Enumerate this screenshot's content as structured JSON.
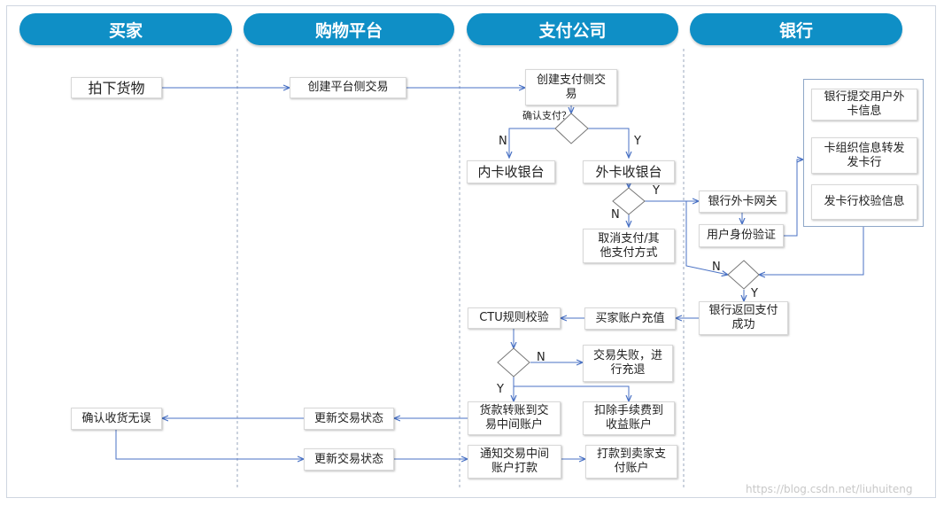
{
  "lanes": [
    {
      "key": "buyer",
      "label": "买家"
    },
    {
      "key": "platform",
      "label": "购物平台"
    },
    {
      "key": "payment",
      "label": "支付公司"
    },
    {
      "key": "bank",
      "label": "银行"
    }
  ],
  "nodes": {
    "place_order": "拍下货物",
    "create_platform_tx": "创建平台侧交易",
    "create_payment_tx": "创建支付侧交易",
    "internal_checkout": "内卡收银台",
    "external_checkout": "外卡收银台",
    "cancel_payment": "取消支付/其他支付方式",
    "bank_submit": "银行提交用户外卡信息",
    "card_org_forward": "卡组织信息转发发卡行",
    "issuer_verify": "发卡行校验信息",
    "bank_gateway": "银行外卡网关",
    "identity_verify": "用户身份验证",
    "bank_return": "银行返回支付成功",
    "buyer_topup": "买家账户充值",
    "ctu_check": "CTU规则校验",
    "tx_fail": "交易失败，进行充退",
    "transfer_mid": "货款转账到交易中间账户",
    "deduct_fee": "扣除手续费到收益账户",
    "confirm_receipt": "确认收货无误",
    "update_status_1": "更新交易状态",
    "update_status_2": "更新交易状态",
    "notify_mid": "通知交易中间账户打款",
    "pay_seller": "打款到卖家支付账户"
  },
  "labels": {
    "confirm_pay": "确认支付？",
    "n1": "N",
    "y1": "Y",
    "y2": "Y",
    "n2": "N",
    "n3": "N",
    "y3": "Y",
    "n4": "N",
    "y4": "Y"
  },
  "watermark": "https://blog.csdn.net/liuhuiteng",
  "colors": {
    "lane_header": "#0f8fc6",
    "arrow": "#4a72c4",
    "lane_divider": "#9aa7bd"
  }
}
